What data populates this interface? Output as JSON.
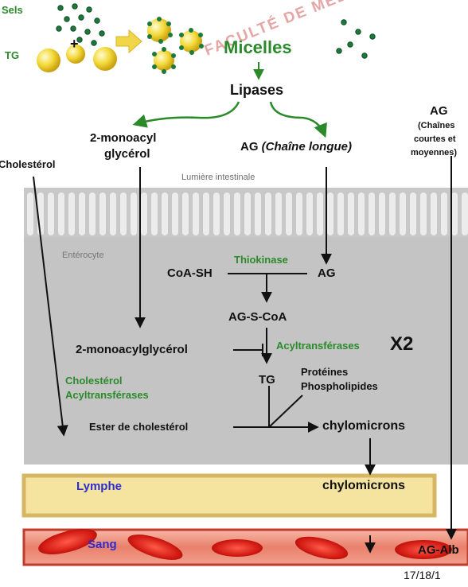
{
  "colors": {
    "green": "#2a8a2a",
    "blue": "#2c2cd0",
    "cell_gray": "#c4c4c4",
    "lymph": "#f5e3a0",
    "blood": "#d83a2c"
  },
  "top": {
    "salts": "Sels",
    "tg": "TG",
    "plus": "+",
    "micelles": "Micelles",
    "lipases": "Lipases",
    "watermark": "FACULTÉ DE MÉDECINE"
  },
  "products": {
    "mag_line1": "2-monoacyl",
    "mag_line2": "glycérol",
    "ag_long_prefix": "AG",
    "ag_long_italic": "(Chaîne longue)",
    "ag_short_title": "AG",
    "ag_short_line1": "(Chaînes",
    "ag_short_line2": "courtes et",
    "ag_short_line3": "moyennes)",
    "cholesterol": "Cholestérol"
  },
  "zones": {
    "lumen": "Lumière intestinale",
    "enterocyte": "Entérocyte",
    "lymph": "Lymphe",
    "blood": "Sang"
  },
  "reactions": {
    "coash": "CoA-SH",
    "thiokinase": "Thiokinase",
    "ag": "AG",
    "agscoa": "AG-S-CoA",
    "mag": "2-monoacylglycérol",
    "acyltransferases": "Acyltransférases",
    "x2": "X2",
    "tg": "TG",
    "proteins": "Protéines",
    "phospholipids": "Phospholipides",
    "chol_acyl_line1": "Cholestérol",
    "chol_acyl_line2": "Acyltransférases",
    "ester": "Ester de cholestérol",
    "chylo1": "chylomicrons",
    "chylo2": "chylomicrons",
    "ag_alb": "AG-Alb",
    "page_num": "17/18/1"
  }
}
